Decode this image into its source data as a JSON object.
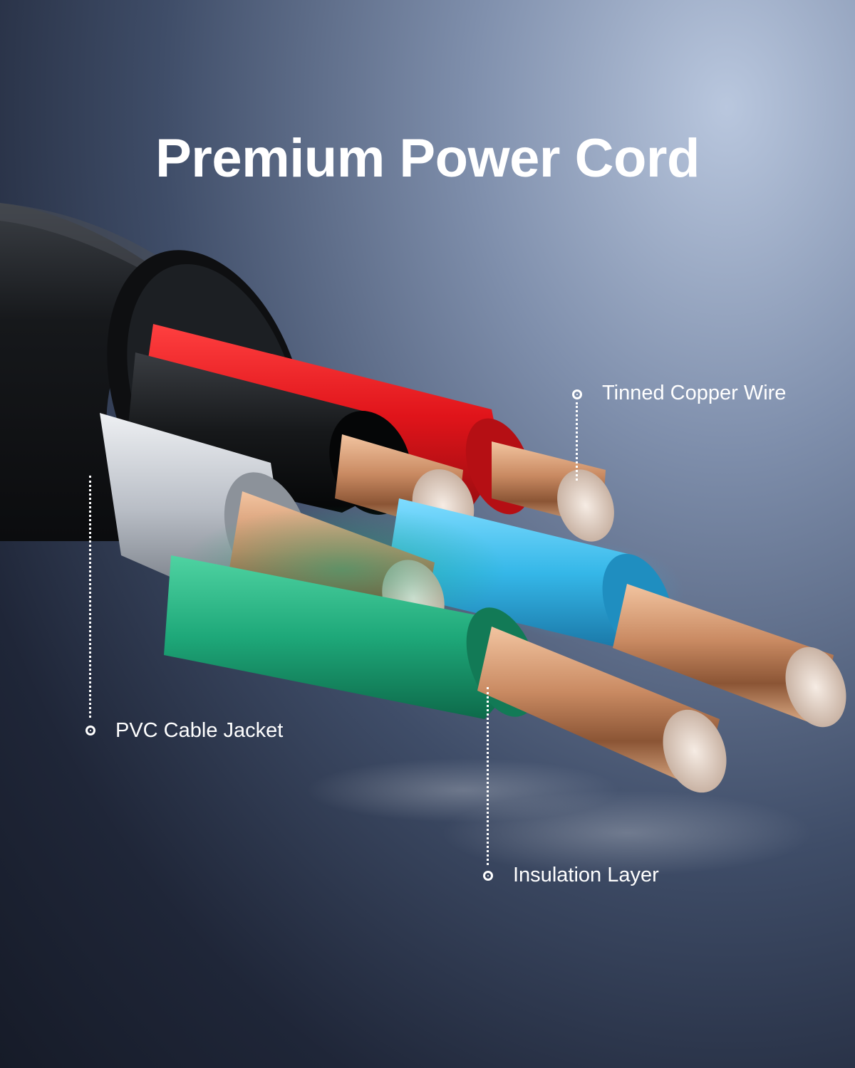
{
  "title": "Premium Power Cord",
  "callouts": {
    "tinned_copper": "Tinned Copper Wire",
    "pvc_jacket": "PVC Cable Jacket",
    "insulation": "Insulation Layer"
  },
  "colors": {
    "jacket": "#121416",
    "red_core": "#e0141a",
    "black_core": "#16181a",
    "white_core": "#cfd3d8",
    "blue_core": "#35b7e8",
    "green_core": "#1ea879",
    "copper": "#c98a62"
  }
}
